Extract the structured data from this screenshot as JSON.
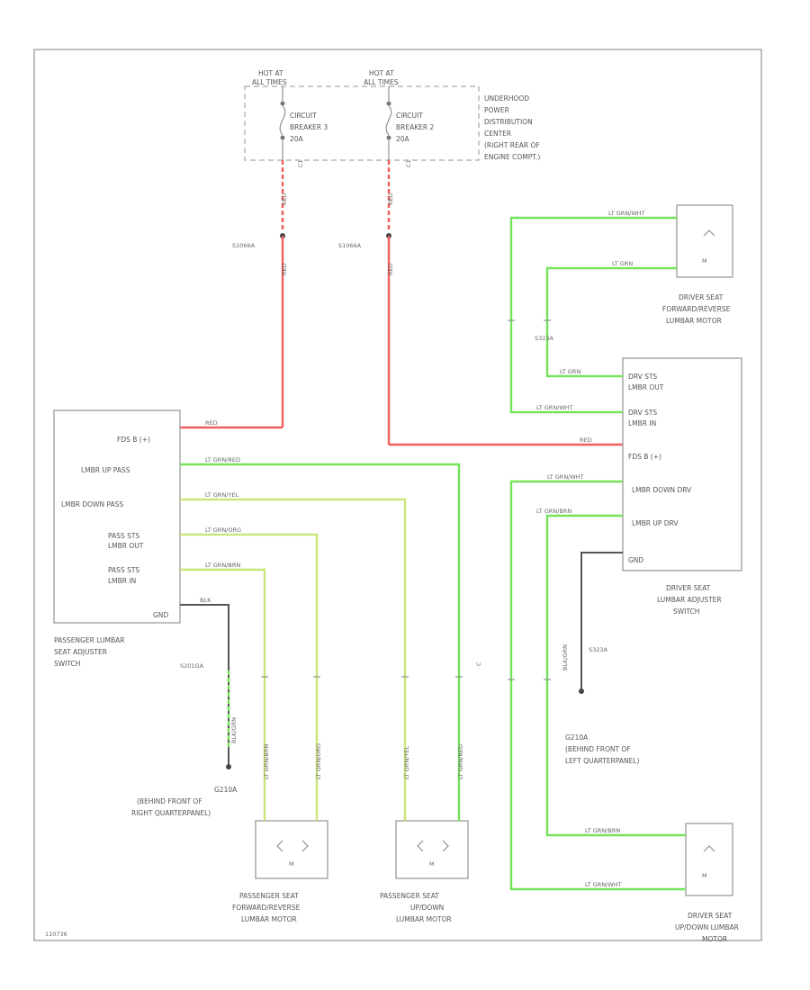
{
  "fuse_block": {
    "hot1": [
      "HOT AT",
      "ALL TIMES"
    ],
    "hot2": [
      "HOT AT",
      "ALL TIMES"
    ],
    "cb3": [
      "CIRCUIT",
      "BREAKER 3",
      "20A"
    ],
    "cb2": [
      "CIRCUIT",
      "BREAKER 2",
      "20A"
    ],
    "center": [
      "UNDERHOOD",
      "POWER",
      "DISTRIBUTION",
      "CENTER",
      "(RIGHT REAR OF",
      "ENGINE COMPT.)"
    ],
    "c1": "C1",
    "c2": "C1",
    "s1": "S1066A",
    "s2": "S1066A"
  },
  "wires": {
    "red": "RED",
    "lt_grn_wht": "LT GRN/WHT",
    "lt_grn": "LT GRN",
    "lt_grn_red": "LT GRN/RED",
    "lt_grn_yel": "LT GRN/YEL",
    "lt_grn_org": "LT GRN/ORG",
    "lt_grn_brn": "LT GRN/BRN",
    "black": "BLK",
    "blk_grn": "BLK/GRN",
    "c": "C"
  },
  "passenger_switch": {
    "pins": [
      "FDS B (+)",
      "LMBR UP PASS",
      "LMBR DOWN PASS",
      "PASS STS",
      "LMBR OUT",
      "PASS STS",
      "LMBR IN",
      "GND"
    ],
    "name": [
      "PASSENGER LUMBAR",
      "SEAT ADJUSTER",
      "SWITCH"
    ],
    "splice": "S201GA",
    "ground": [
      "G210A",
      "(BEHIND FRONT OF",
      "RIGHT QUARTERPANEL)"
    ]
  },
  "driver_switch": {
    "pins": [
      "DRV STS",
      "LMBR OUT",
      "DRV STS",
      "LMBR IN",
      "FDS B (+)",
      "LMBR DOWN DRV",
      "LMBR UP DRV",
      "GND"
    ],
    "name": [
      "DRIVER SEAT",
      "LUMBAR ADJUSTER",
      "SWITCH"
    ],
    "splice": "S323A",
    "splice2": "S323A",
    "ground": [
      "G210A",
      "(BEHIND FRONT OF",
      "LEFT QUARTERPANEL)"
    ]
  },
  "motors": {
    "drv_fr": [
      "DRIVER SEAT",
      "FORWARD/REVERSE",
      "LUMBAR MOTOR"
    ],
    "drv_ud": [
      "DRIVER SEAT",
      "UP/DOWN LUMBAR",
      "MOTOR"
    ],
    "pass_fr": [
      "PASSENGER SEAT",
      "FORWARD/REVERSE",
      "LUMBAR MOTOR"
    ],
    "pass_ud": [
      "PASSENGER SEAT",
      "UP/DOWN",
      "LUMBAR MOTOR"
    ],
    "m": "M"
  },
  "footer": "110736"
}
